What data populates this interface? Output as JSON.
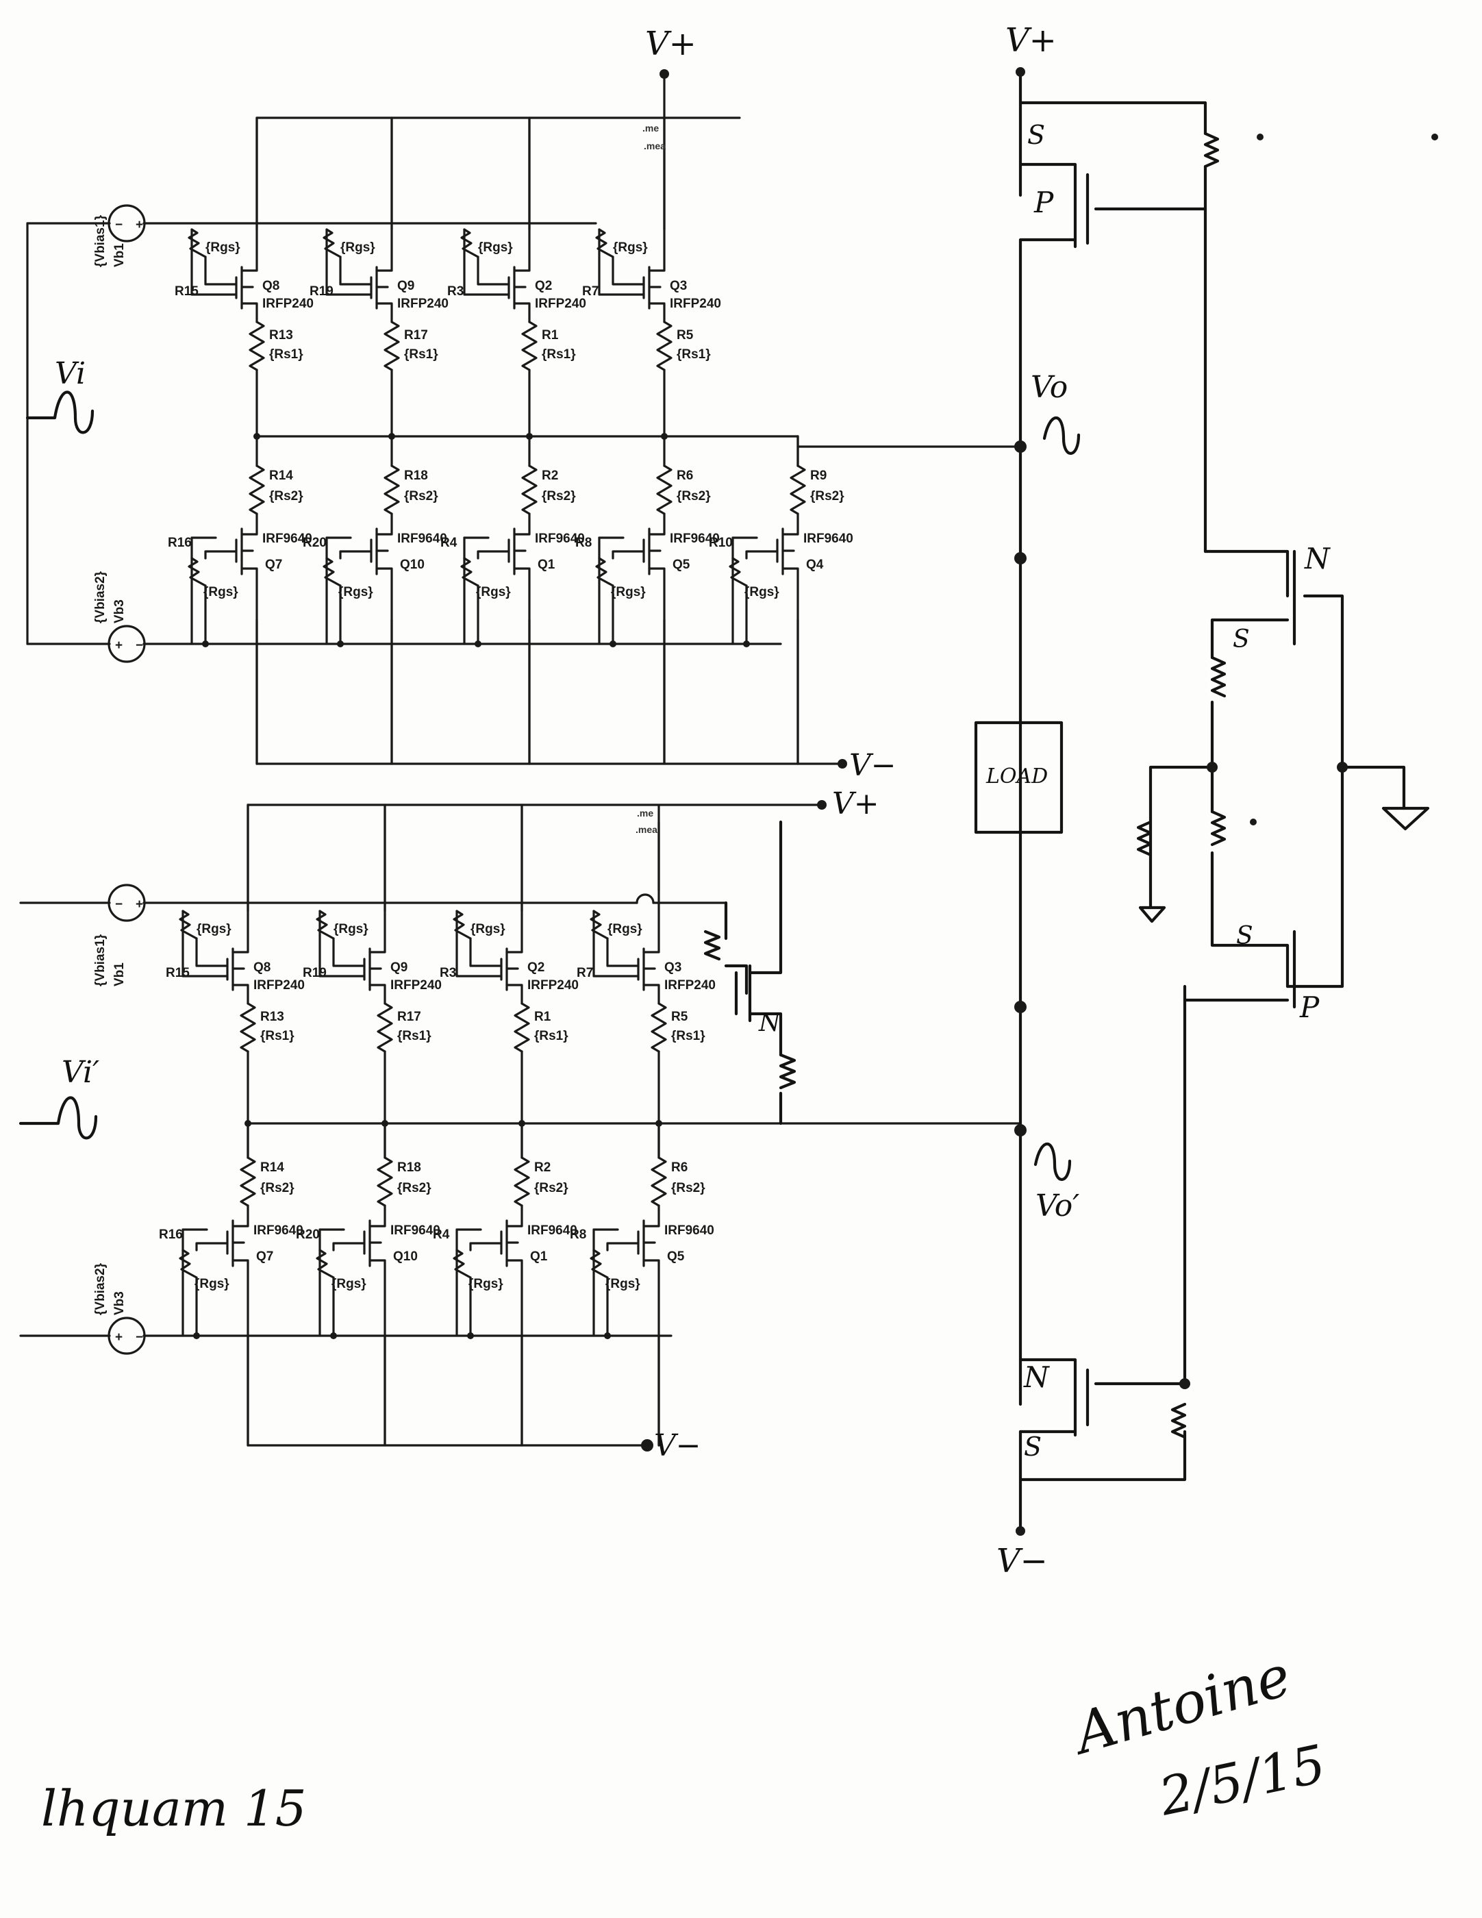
{
  "rails": {
    "vplus": "V+",
    "vminus": "V−"
  },
  "top_stage": {
    "input_label": "Vi",
    "output_label": "Vo",
    "source1": {
      "name": "{Vbias1}",
      "ref": "Vb1"
    },
    "source2": {
      "name": "{Vbias2}",
      "ref": "Vb3"
    },
    "meas1": ".me",
    "meas2": ".mea",
    "nmos": [
      {
        "gate_res": "R15",
        "rgs": "{Rgs}",
        "q": "Q8",
        "part": "IRFP240",
        "rs": "R13",
        "rs_val": "{Rs1}"
      },
      {
        "gate_res": "R19",
        "rgs": "{Rgs}",
        "q": "Q9",
        "part": "IRFP240",
        "rs": "R17",
        "rs_val": "{Rs1}"
      },
      {
        "gate_res": "R3",
        "rgs": "{Rgs}",
        "q": "Q2",
        "part": "IRFP240",
        "rs": "R1",
        "rs_val": "{Rs1}"
      },
      {
        "gate_res": "R7",
        "rgs": "{Rgs}",
        "q": "Q3",
        "part": "IRFP240",
        "rs": "R5",
        "rs_val": "{Rs1}"
      }
    ],
    "pmos": [
      {
        "gate_res": "R16",
        "rgs": "{Rgs}",
        "q": "Q7",
        "part": "IRF9640",
        "rs": "R14",
        "rs_val": "{Rs2}"
      },
      {
        "gate_res": "R20",
        "rgs": "{Rgs}",
        "q": "Q10",
        "part": "IRF9640",
        "rs": "R18",
        "rs_val": "{Rs2}"
      },
      {
        "gate_res": "R4",
        "rgs": "{Rgs}",
        "q": "Q1",
        "part": "IRF9640",
        "rs": "R2",
        "rs_val": "{Rs2}"
      },
      {
        "gate_res": "R8",
        "rgs": "{Rgs}",
        "q": "Q5",
        "part": "IRF9640",
        "rs": "R6",
        "rs_val": "{Rs2}"
      },
      {
        "gate_res": "R10",
        "rgs": "{Rgs}",
        "q": "Q4",
        "part": "IRF9640",
        "rs": "R9",
        "rs_val": "{Rs2}"
      }
    ]
  },
  "bottom_stage": {
    "input_label": "Vi′",
    "output_label": "Vo′",
    "source1": {
      "name": "{Vbias1}",
      "ref": "Vb1"
    },
    "source2": {
      "name": "{Vbias2}",
      "ref": "Vb3"
    },
    "meas1": ".me",
    "meas2": ".mea",
    "nmos": [
      {
        "gate_res": "R15",
        "rgs": "{Rgs}",
        "q": "Q8",
        "part": "IRFP240",
        "rs": "R13",
        "rs_val": "{Rs1}"
      },
      {
        "gate_res": "R19",
        "rgs": "{Rgs}",
        "q": "Q9",
        "part": "IRFP240",
        "rs": "R17",
        "rs_val": "{Rs1}"
      },
      {
        "gate_res": "R3",
        "rgs": "{Rgs}",
        "q": "Q2",
        "part": "IRFP240",
        "rs": "R1",
        "rs_val": "{Rs1}"
      },
      {
        "gate_res": "R7",
        "rgs": "{Rgs}",
        "q": "Q3",
        "part": "IRFP240",
        "rs": "R5",
        "rs_val": "{Rs1}"
      }
    ],
    "pmos": [
      {
        "gate_res": "R16",
        "rgs": "{Rgs}",
        "q": "Q7",
        "part": "IRF9640",
        "rs": "R14",
        "rs_val": "{Rs2}"
      },
      {
        "gate_res": "R20",
        "rgs": "{Rgs}",
        "q": "Q10",
        "part": "IRF9640",
        "rs": "R18",
        "rs_val": "{Rs2}"
      },
      {
        "gate_res": "R4",
        "rgs": "{Rgs}",
        "q": "Q1",
        "part": "IRF9640",
        "rs": "R2",
        "rs_val": "{Rs2}"
      },
      {
        "gate_res": "R8",
        "rgs": "{Rgs}",
        "q": "Q5",
        "part": "IRF9640",
        "rs": "R6",
        "rs_val": "{Rs2}"
      }
    ]
  },
  "bridge": {
    "load_label": "LOAD",
    "p_label": "P",
    "n_label": "N",
    "s_label": "S",
    "small_n_label": "N"
  },
  "signature": {
    "left": "lhquam 15",
    "name": "Antoine",
    "date": "2/5/15"
  }
}
